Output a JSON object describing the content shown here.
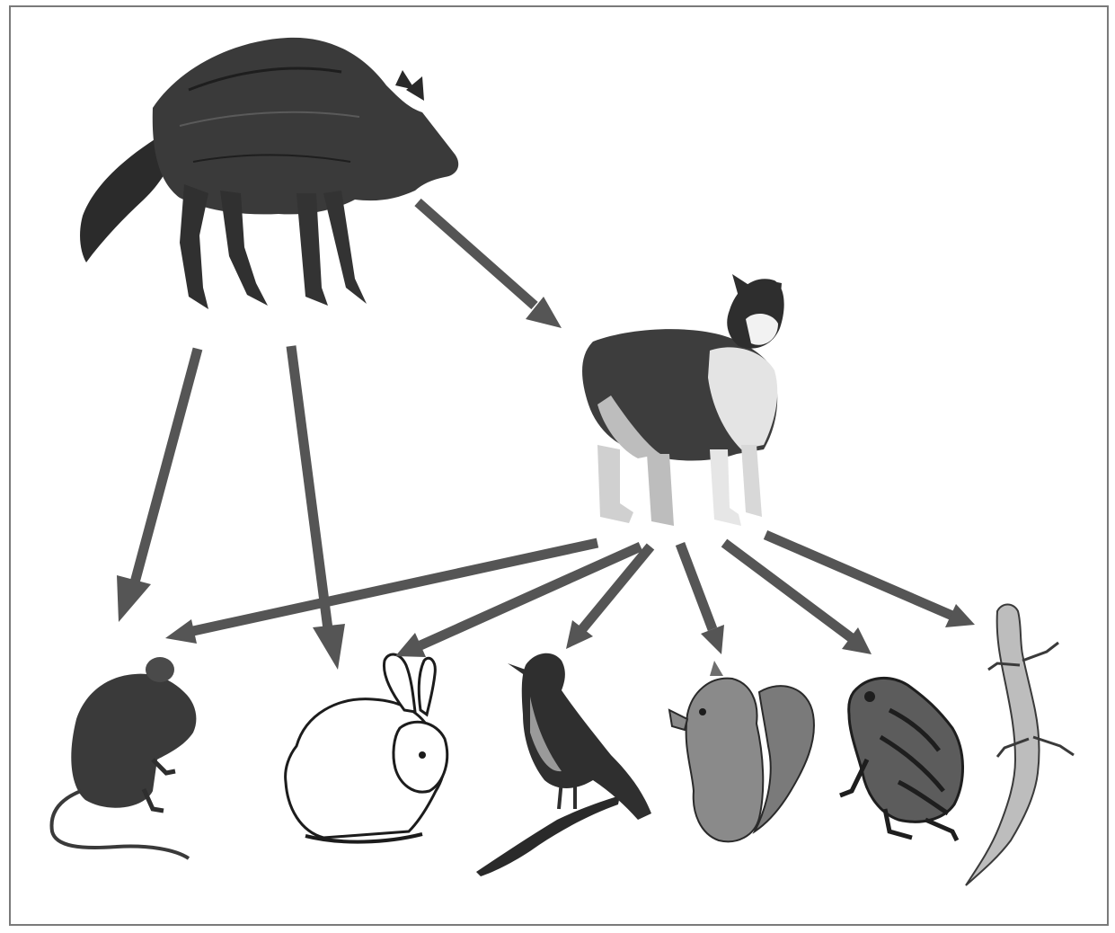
{
  "diagram": {
    "kind": "food-web",
    "colors": {
      "arrow": "#555555",
      "frame": "#7a7a7a",
      "background": "#ffffff"
    },
    "organisms": [
      {
        "id": "coyote",
        "icon": "coyote-icon"
      },
      {
        "id": "cat",
        "icon": "cat-icon"
      },
      {
        "id": "mouse",
        "icon": "mouse-icon"
      },
      {
        "id": "rabbit",
        "icon": "rabbit-icon"
      },
      {
        "id": "bird",
        "icon": "bird-icon"
      },
      {
        "id": "squirrel",
        "icon": "squirrel-icon"
      },
      {
        "id": "frog",
        "icon": "frog-icon"
      },
      {
        "id": "lizard",
        "icon": "lizard-icon"
      }
    ],
    "links": [
      {
        "from": "coyote",
        "to": "cat"
      },
      {
        "from": "coyote",
        "to": "mouse"
      },
      {
        "from": "coyote",
        "to": "rabbit"
      },
      {
        "from": "cat",
        "to": "mouse"
      },
      {
        "from": "cat",
        "to": "rabbit"
      },
      {
        "from": "cat",
        "to": "bird"
      },
      {
        "from": "cat",
        "to": "squirrel"
      },
      {
        "from": "cat",
        "to": "frog"
      },
      {
        "from": "cat",
        "to": "lizard"
      }
    ]
  }
}
